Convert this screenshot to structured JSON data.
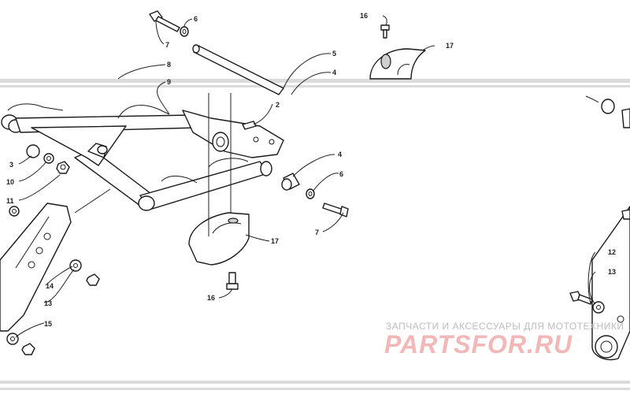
{
  "callouts": {
    "c2": "2",
    "c3": "3",
    "c4a": "4",
    "c4b": "4",
    "c5": "5",
    "c6a": "6",
    "c6b": "6",
    "c7a": "7",
    "c7b": "7",
    "c8": "8",
    "c9": "9",
    "c10": "10",
    "c11": "11",
    "c12": "12",
    "c13a": "13",
    "c13b": "13",
    "c14": "14",
    "c15": "15",
    "c16a": "16",
    "c16b": "16",
    "c17a": "17",
    "c17b": "17"
  },
  "watermark": {
    "line1": "ЗАПЧАСТИ И АКСЕССУАРЫ ДЛЯ МОТОТЕХНИКИ",
    "logo": "PARTSFOR.RU"
  },
  "colors": {
    "watermark_logo": "#f2b8b8",
    "watermark_text": "#bdbdbd",
    "line": "#1a1a1a"
  }
}
